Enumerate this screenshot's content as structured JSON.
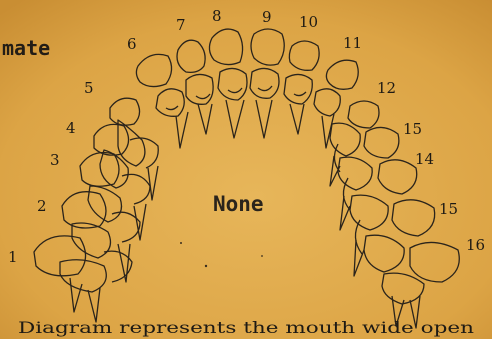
{
  "header_text": "mate",
  "center_label": "None",
  "caption": "Diagram represents the mouth wide open",
  "tooth_numbers": [
    "1",
    "2",
    "3",
    "4",
    "5",
    "6",
    "7",
    "8",
    "9",
    "10",
    "11",
    "12",
    "15",
    "14",
    "15",
    "16"
  ],
  "colors": {
    "paper": "#E2A94A",
    "ink": "#1e1a14"
  }
}
